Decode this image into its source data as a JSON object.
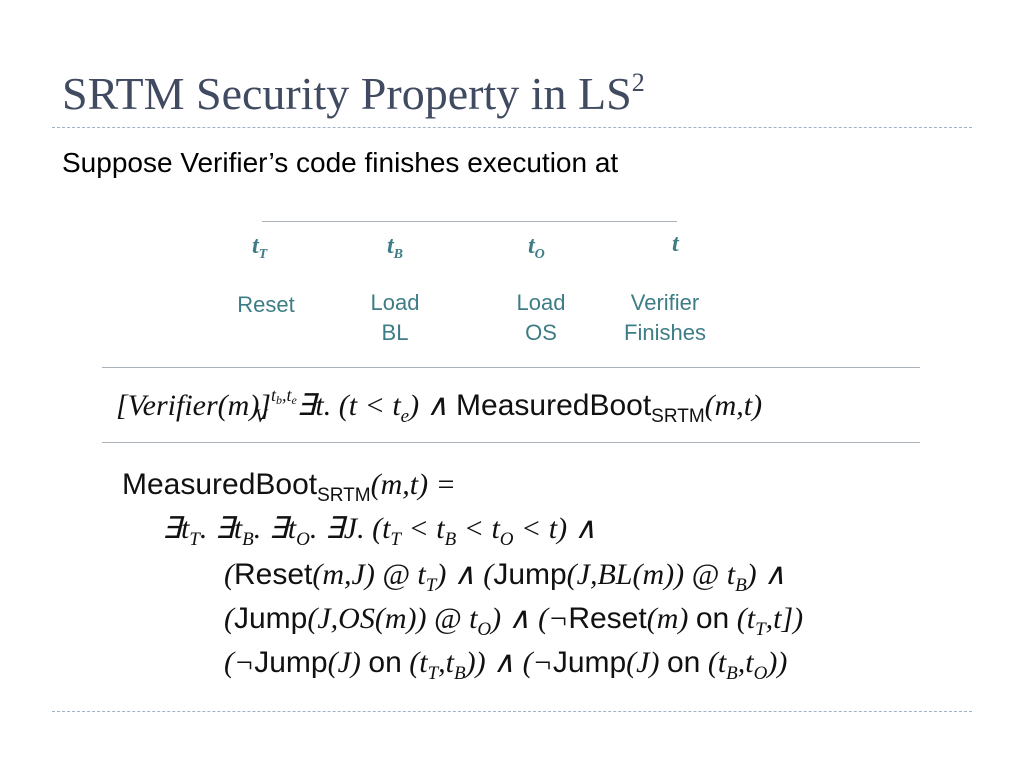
{
  "slide": {
    "title_main": "SRTM Security Property in LS",
    "title_sup": "2",
    "subtitle": "Suppose Verifier’s code finishes execution at"
  },
  "timeline": {
    "events": [
      {
        "var": "t",
        "sub": "T",
        "label_1": "Reset",
        "label_2": ""
      },
      {
        "var": "t",
        "sub": "B",
        "label_1": "Load",
        "label_2": "BL"
      },
      {
        "var": "t",
        "sub": "O",
        "label_1": "Load",
        "label_2": "OS"
      },
      {
        "var": "t",
        "sub": "",
        "label_1": "Verifier",
        "label_2": "Finishes"
      }
    ]
  },
  "property": {
    "bracket": "[Verifier(m)]",
    "sup": "t",
    "sup_sub_b": "b",
    "sup_mid": ",t",
    "sup_sub_e": "e",
    "sub": "V",
    "body_a": "∃t. (t < t",
    "body_a_sub": "e",
    "body_b": ") ∧ ",
    "name": "MeasuredBoot",
    "name_sub": "SRTM",
    "args": "(m,t)"
  },
  "definition": {
    "head_name": "MeasuredBoot",
    "head_sub": "SRTM",
    "head_rest": "(m,t) =",
    "line2": [
      "∃t",
      "T",
      ". ∃t",
      "B",
      ". ∃t",
      "O",
      ". ∃J. (t",
      "T",
      " < t",
      "B",
      " < t",
      "O",
      " < t) ∧"
    ],
    "line3": [
      "(",
      "Reset",
      "(m,J) @ t",
      "T",
      ") ∧ (",
      "Jump",
      "(J,BL(m)) @ t",
      "B",
      ") ∧"
    ],
    "line4": [
      "(",
      "Jump",
      "(J,OS(m)) @ t",
      "O",
      ") ∧ (¬",
      "Reset",
      "(m) ",
      "on",
      " (t",
      "T",
      ",t])"
    ],
    "line5": [
      "(¬",
      "Jump",
      "(J) ",
      "on",
      " (t",
      "T",
      ",t",
      "B",
      ")) ∧ (¬",
      "Jump",
      "(J) ",
      "on",
      " (t",
      "B",
      ",t",
      "O",
      "))"
    ]
  },
  "colors": {
    "title": "#404a60",
    "timeline": "#3f7d86",
    "rule": "#a9b1ba",
    "dash": "#9fb3c8"
  }
}
